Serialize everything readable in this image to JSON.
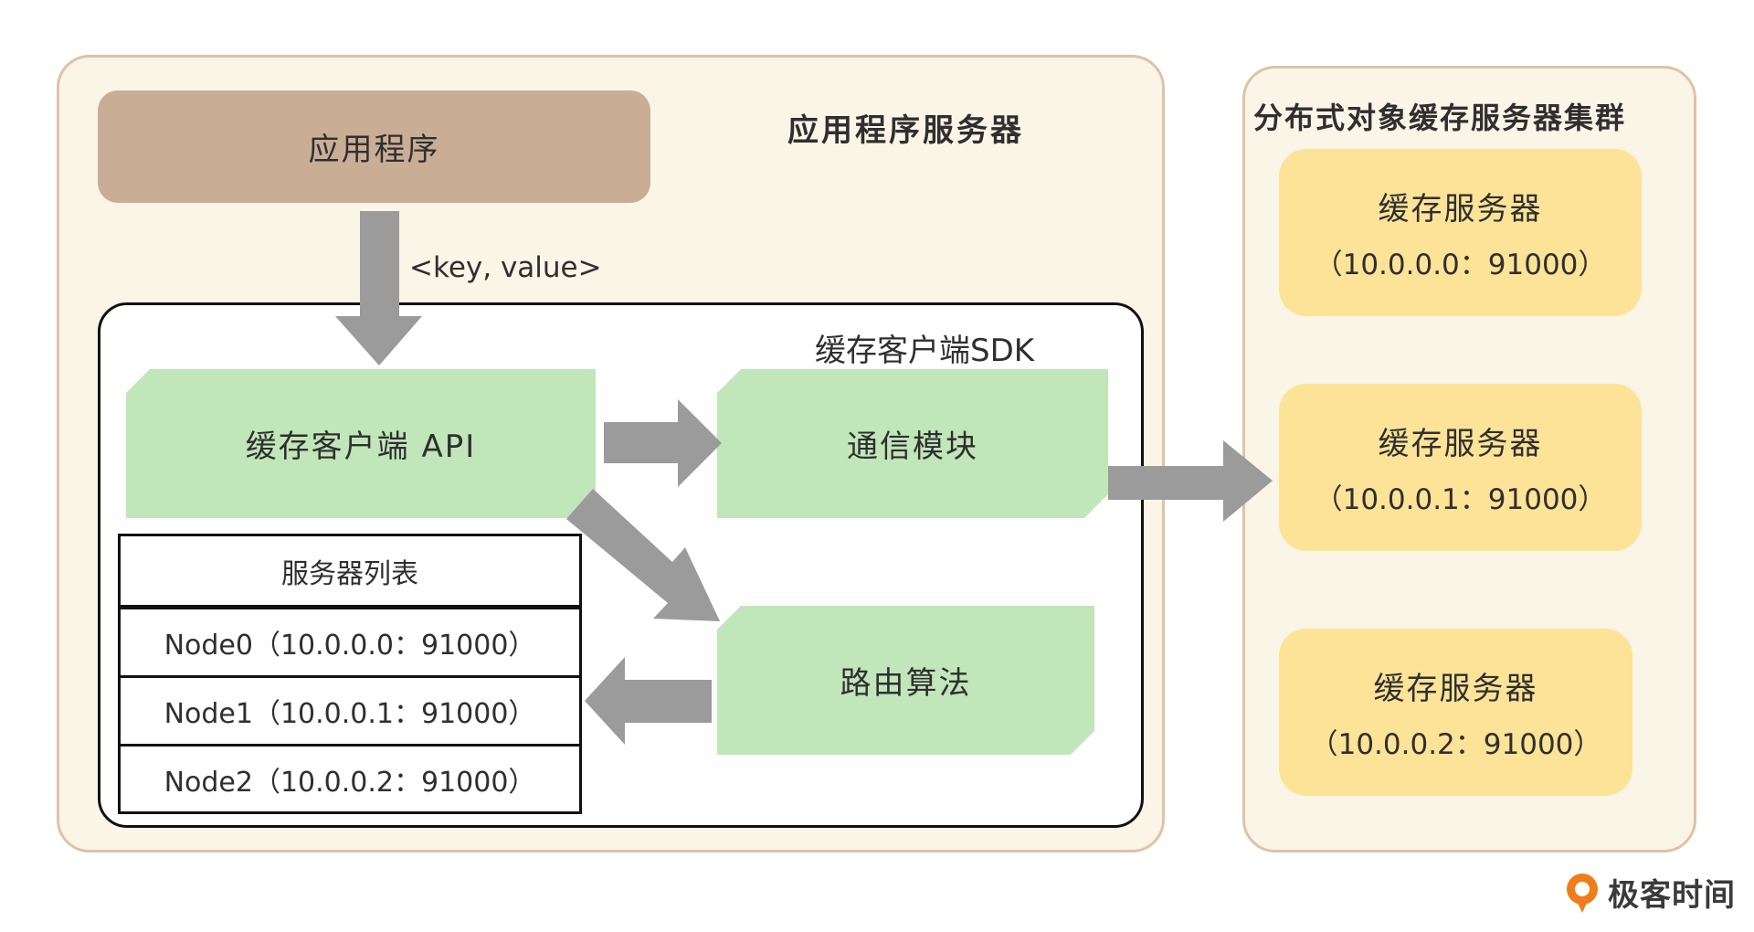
{
  "app_server": {
    "title": "应用程序服务器",
    "application_label": "应用程序",
    "request_label": "<key, value>"
  },
  "sdk": {
    "title": "缓存客户端SDK",
    "api_module": "缓存客户端 API",
    "comm_module": "通信模块",
    "routing_module": "路由算法"
  },
  "server_list": {
    "header": "服务器列表",
    "rows": [
      "Node0（10.0.0.0：91000）",
      "Node1（10.0.0.1：91000）",
      "Node2（10.0.0.2：91000）"
    ]
  },
  "cluster": {
    "title": "分布式对象缓存服务器集群",
    "servers": [
      {
        "name": "缓存服务器",
        "address": "（10.0.0.0：91000）"
      },
      {
        "name": "缓存服务器",
        "address": "（10.0.0.1：91000）"
      },
      {
        "name": "缓存服务器",
        "address": "（10.0.0.2：91000）"
      }
    ]
  },
  "brand": {
    "name": "极客时间",
    "icon": "geektime-logo-icon"
  },
  "colors": {
    "panel_fill": "#fbf5e8",
    "panel_border": "#e0c2a6",
    "application_box": "#c9ae95",
    "module_green": "#c1e6b9",
    "cache_yellow": "#fde397",
    "arrow_gray": "#9b9b9b",
    "brand_orange": "#f07d1b"
  }
}
